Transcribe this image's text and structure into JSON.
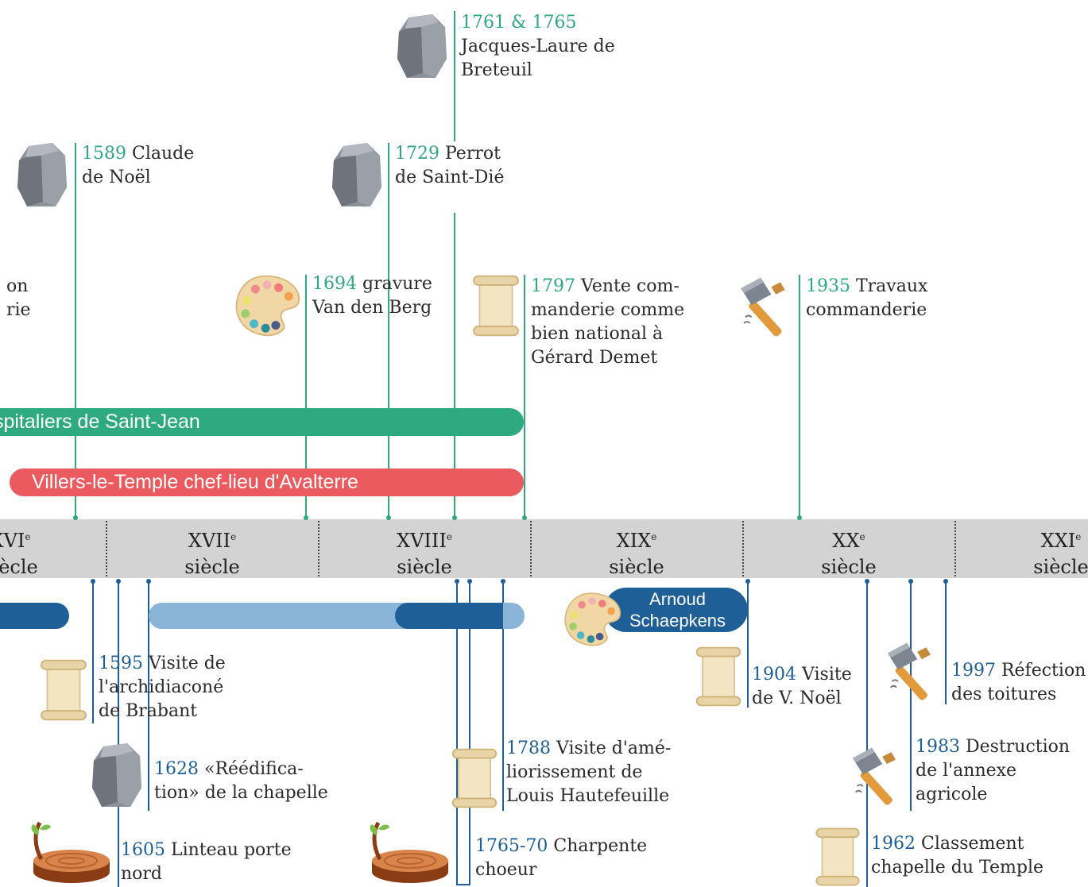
{
  "centuries": [
    {
      "id": "xvi",
      "label": "XVIe",
      "sub": "siècle"
    },
    {
      "id": "xvii",
      "label": "XVIIe",
      "sub": "siècle"
    },
    {
      "id": "xviii",
      "label": "XVIIIe",
      "sub": "siècle"
    },
    {
      "id": "xix",
      "label": "XIXe",
      "sub": "siècle"
    },
    {
      "id": "xx",
      "label": "XXe",
      "sub": "siècle"
    },
    {
      "id": "xxi",
      "label": "XXIe",
      "sub": "siècle"
    }
  ],
  "bars": {
    "hospitaliers": "Hospitaliers de Saint-Jean",
    "villers": "Villers-le-Temple chef-lieu d'Avalterre",
    "schaepkens": "Arnoud Schaepkens"
  },
  "events_top": {
    "e1761": {
      "year": "1761 & 1765",
      "text1": "Jacques-Laure de",
      "text2": "Breteuil"
    },
    "e1589": {
      "year": "1589",
      "text1": " Claude",
      "text2": "de Noël"
    },
    "e1729": {
      "year": "1729",
      "text1": " Perrot",
      "text2": "de Saint-Dié"
    },
    "e1694": {
      "year": "1694",
      "text1": " gravure",
      "text2": "Van den Berg"
    },
    "e1797": {
      "year": "1797",
      "text1": " Vente com-",
      "text2": "manderie comme",
      "text3": "bien national à",
      "text4": "Gérard Demet"
    },
    "e1935": {
      "year": "1935",
      "text1": " Travaux",
      "text2": "commanderie"
    },
    "ecut": {
      "text1": "on",
      "text2": "rie"
    }
  },
  "events_bottom": {
    "e1595": {
      "year": "1595",
      "text1": " Visite de",
      "text2": "l'archidiaconé",
      "text3": "de Brabant"
    },
    "e1628": {
      "year": "1628",
      "text1": " «Réédifica-",
      "text2": "tion» de la chapelle"
    },
    "e1605": {
      "year": "1605",
      "text1": " Linteau porte",
      "text2": "nord"
    },
    "e1788": {
      "year": "1788",
      "text1": " Visite d'amé-",
      "text2": "liorissement de",
      "text3": "Louis Hautefeuille"
    },
    "e1765": {
      "year": "1765-70",
      "text1": " Charpente",
      "text2": "choeur"
    },
    "e1904": {
      "year": "1904",
      "text1": " Visite",
      "text2": "de V. Noël"
    },
    "e1997": {
      "year": "1997",
      "text1": " Réfection",
      "text2": "des toitures"
    },
    "e1983": {
      "year": "1983",
      "text1": " Destruction",
      "text2": "de l'annexe",
      "text3": "agricole"
    },
    "e1962": {
      "year": "1962",
      "text1": " Classement",
      "text2": "chapelle du Temple"
    }
  },
  "colors": {
    "green": "#2fa97f",
    "blue": "#1f5f97",
    "red": "#ea5a5e",
    "lightblue": "#8ab4d8",
    "band": "#d3d3d3"
  },
  "icons": [
    "stone-icon",
    "palette-icon",
    "scroll-icon",
    "hammer-icon",
    "tree-stump-icon"
  ]
}
